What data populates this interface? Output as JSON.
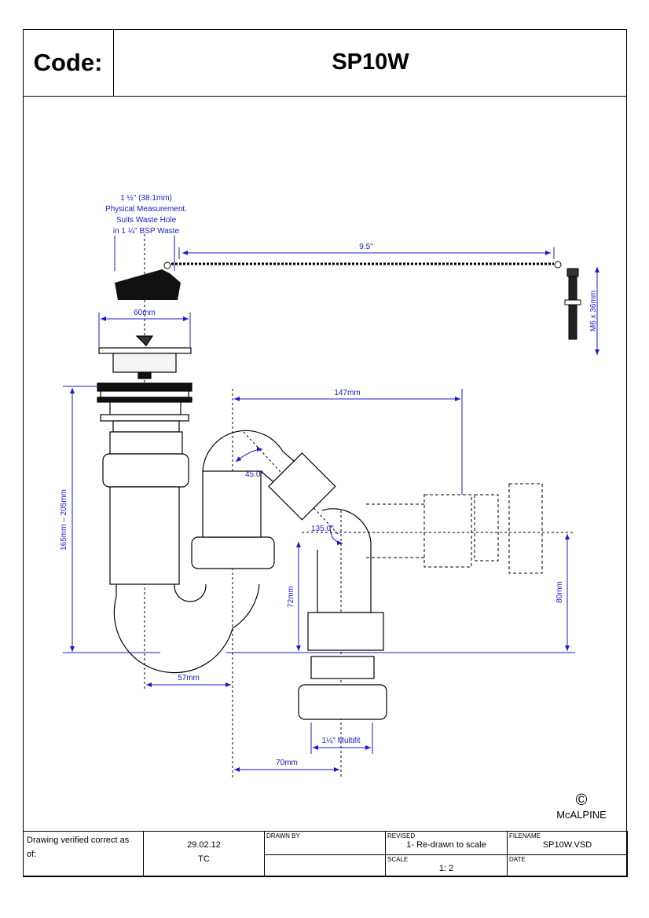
{
  "header": {
    "code_label": "Code:",
    "code_value": "SP10W"
  },
  "dimensions": {
    "waste_hole_line1": "1 ½\" (38.1mm)",
    "waste_hole_line2": "Physical Measurement.",
    "waste_hole_line3": "Suits Waste Hole",
    "waste_hole_line4": "in 1 ¼\" BSP Waste",
    "chain_length": "9.5\"",
    "screw_size": "M6 x 36mm",
    "waste_width": "60mm",
    "outlet_offset": "147mm",
    "angle_45": "45.0°",
    "angle_135": "135.0°",
    "height_range": "165mm – 205mm",
    "height_72": "72mm",
    "height_80": "80mm",
    "offset_57": "57mm",
    "multifit": "1¼\" Multifit",
    "offset_70": "70mm"
  },
  "copyright": {
    "symbol": "©",
    "company": "McALPINE"
  },
  "title_block": {
    "verified_label": "Drawing verified correct as of:",
    "verified_date": "29.02.12",
    "verified_by": "TC",
    "drawn_by_label": "DRAWN BY",
    "revised_label": "REVISED",
    "revised_value": "1- Re-drawn to scale",
    "filename_label": "FILENAME",
    "filename_value": "SP10W.VSD",
    "scale_label": "SCALE",
    "scale_value": "1: 2",
    "date_label": "DATE"
  }
}
